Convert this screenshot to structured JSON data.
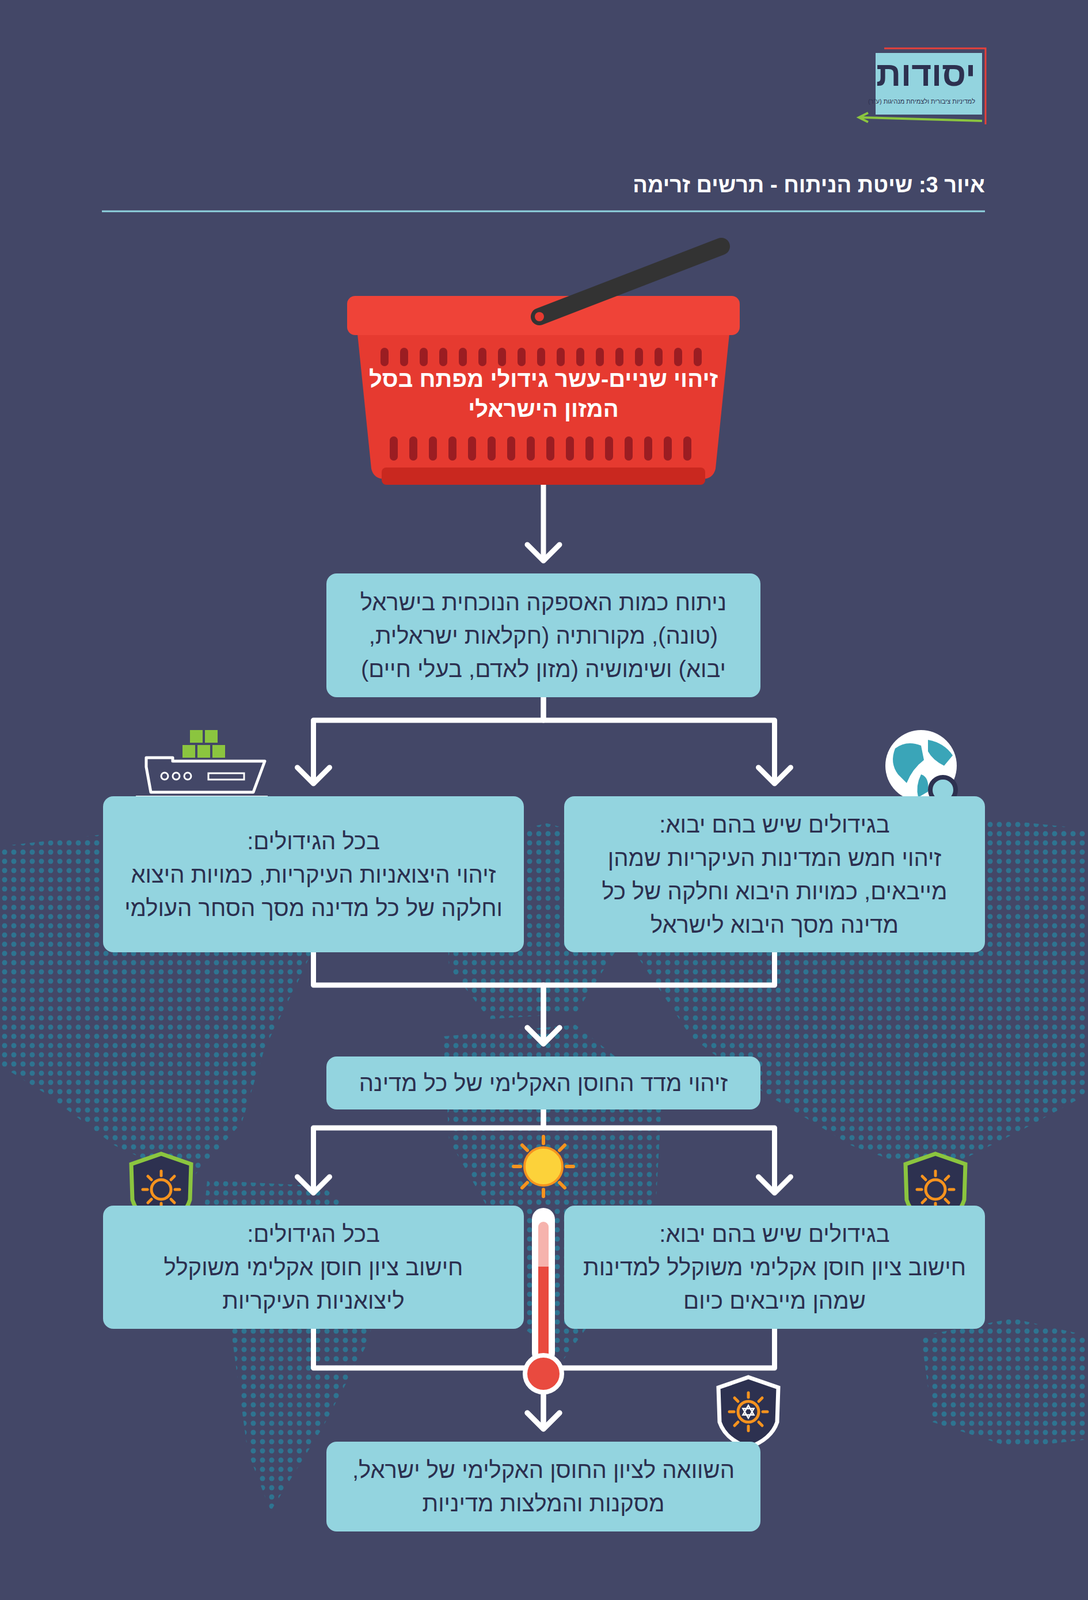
{
  "diagram": {
    "title": "איור 3: שיטת הניתוח - תרשים זרימה",
    "nodes": [
      {
        "text": [
          "זיהוי שניים-עשר גידולי מפתח בסל המזון הישראלי"
        ]
      },
      {
        "text": [
          "ניתוח כמות האספקה הנוכחית בישראל (טונה), מקורותיה (חקלאות ישראלית, יבוא) ושימושיה (מזון לאדם, בעלי חיים)"
        ]
      },
      {
        "text": [
          "בגידולים שיש בהם יבוא:",
          "זיהוי חמש המדינות העיקריות שמהן מייבאים, כמויות היבוא וחלקה של כל מדינה מסך היבוא לישראל"
        ]
      },
      {
        "text": [
          "בכל הגידולים:",
          "זיהוי היצואניות העיקריות, כמויות היצוא וחלקה של כל מדינה מסך הסחר העולמי"
        ]
      },
      {
        "text": [
          "זיהוי מדד החוסן האקלימי של כל מדינה"
        ]
      },
      {
        "text": [
          "בגידולים שיש בהם יבוא:",
          "חישוב ציון חוסן אקלימי משוקלל למדינות שמהן מייבאים כיום"
        ]
      },
      {
        "text": [
          "בכל הגידולים:",
          "חישוב ציון חוסן אקלימי משוקלל ליצואניות העיקריות"
        ]
      },
      {
        "text": [
          "השוואה לציון החוסן האקלימי של ישראל, מסקנות והמלצות מדיניות"
        ]
      }
    ],
    "edges": [
      {
        "from": 0,
        "to": 1,
        "arrow": "to"
      },
      {
        "from": 1,
        "to": 2,
        "arrow": "to"
      },
      {
        "from": 1,
        "to": 3,
        "arrow": "to"
      },
      {
        "from": 2,
        "to": 4,
        "arrow": "to"
      },
      {
        "from": 3,
        "to": 4,
        "arrow": "to"
      },
      {
        "from": 4,
        "to": 5,
        "arrow": "to"
      },
      {
        "from": 4,
        "to": 6,
        "arrow": "to"
      },
      {
        "from": 5,
        "to": 7,
        "arrow": "to"
      },
      {
        "from": 6,
        "to": 7,
        "arrow": "to"
      }
    ],
    "labels": [
      "יסודות",
      "למדיניות ציבורית ולצמיחת מנהיגות (ע\"ר)"
    ]
  }
}
